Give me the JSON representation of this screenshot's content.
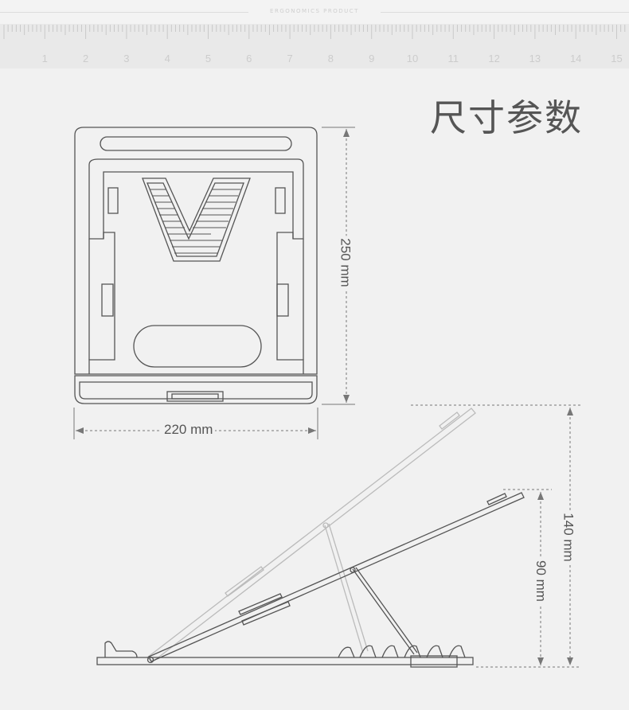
{
  "header": {
    "brand_text": "ERGONOMICS PRODUCT"
  },
  "ruler": {
    "numbers": [
      "1",
      "2",
      "3",
      "4",
      "5",
      "6",
      "7",
      "8",
      "9",
      "10",
      "11",
      "12",
      "13",
      "14",
      "15"
    ]
  },
  "title": "尺寸参数",
  "dimensions": {
    "height": "250 mm",
    "width": "220 mm",
    "max_height": "140 mm",
    "min_height": "90 mm"
  },
  "colors": {
    "background": "#f1f1f1",
    "line": "#555555",
    "faded_line": "#bbbbbb"
  }
}
